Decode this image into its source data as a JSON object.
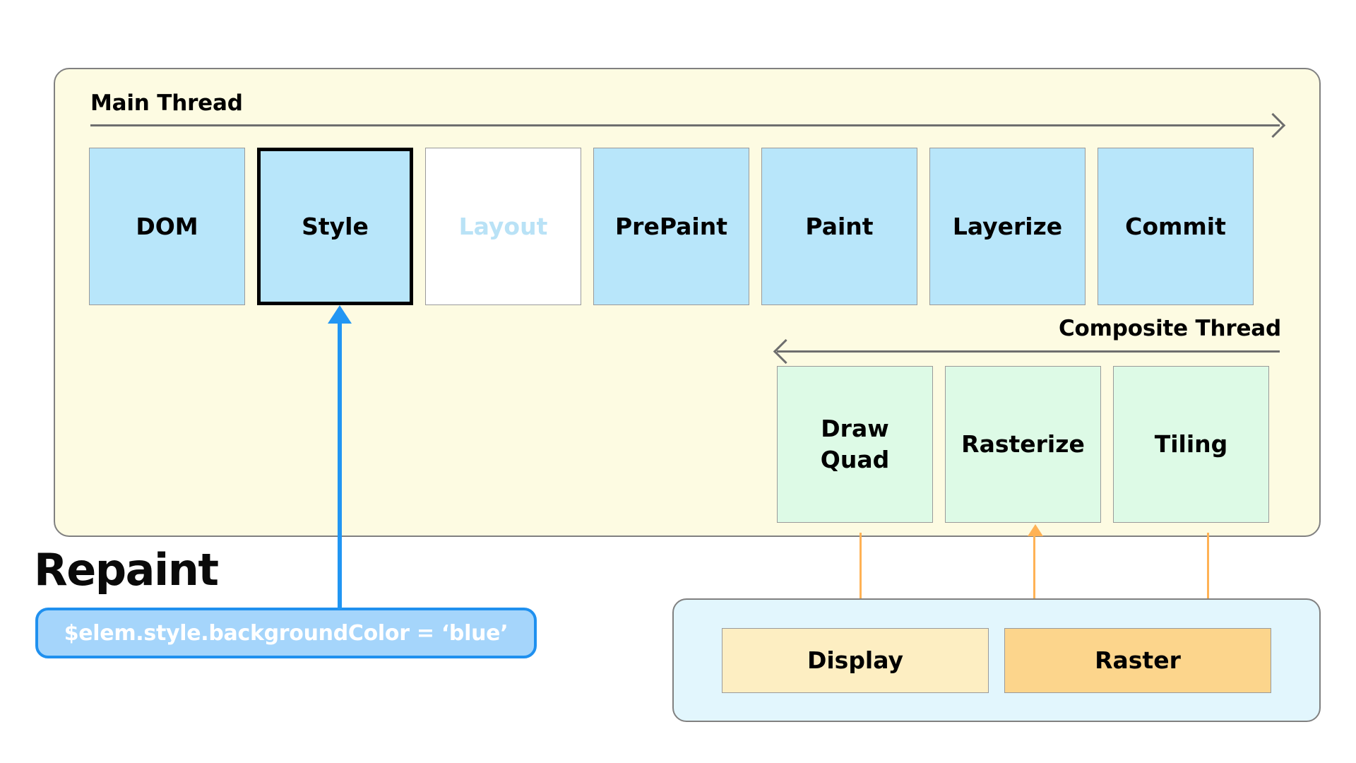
{
  "main_thread": {
    "label": "Main Thread",
    "flow_arrow": "right-arrow-icon",
    "stages": [
      {
        "label": "DOM",
        "state": "active"
      },
      {
        "label": "Style",
        "state": "highlighted"
      },
      {
        "label": "Layout",
        "state": "skipped"
      },
      {
        "label": "PrePaint",
        "state": "active"
      },
      {
        "label": "Paint",
        "state": "active"
      },
      {
        "label": "Layerize",
        "state": "active"
      },
      {
        "label": "Commit",
        "state": "active"
      }
    ]
  },
  "composite_thread": {
    "label": "Composite Thread",
    "flow_arrow": "left-arrow-icon",
    "stages": [
      {
        "label": "Draw\nQuad",
        "line1": "Draw",
        "line2": "Quad"
      },
      {
        "label": "Rasterize"
      },
      {
        "label": "Tiling"
      }
    ]
  },
  "annotation": {
    "heading": "Repaint",
    "code": "$elem.style.backgroundColor = ‘blue’",
    "connector_target": "Style"
  },
  "device": {
    "boxes": [
      {
        "label": "Display",
        "tone": "light"
      },
      {
        "label": "Raster",
        "tone": "strong"
      }
    ]
  },
  "connectors": [
    {
      "from": "Draw Quad",
      "to": "Display",
      "direction": "down"
    },
    {
      "from": "Raster",
      "to": "Rasterize",
      "direction": "up"
    },
    {
      "from": "Tiling",
      "to": "Raster",
      "direction": "down"
    }
  ],
  "colors": {
    "panel_main_bg": "#fdfbe2",
    "panel_device_bg": "#e2f6fd",
    "stage_blue": "#b8e6fa",
    "stage_green": "#ddfae6",
    "stage_skipped_text": "#b9e2f6",
    "callout_bg": "#a5d5fb",
    "callout_border": "#1f90ef",
    "connector_orange": "#ffb255",
    "connector_blue": "#2196f3",
    "display_box": "#fdeec2",
    "raster_box": "#fcd58c",
    "rule_gray": "#6e6e6e"
  }
}
